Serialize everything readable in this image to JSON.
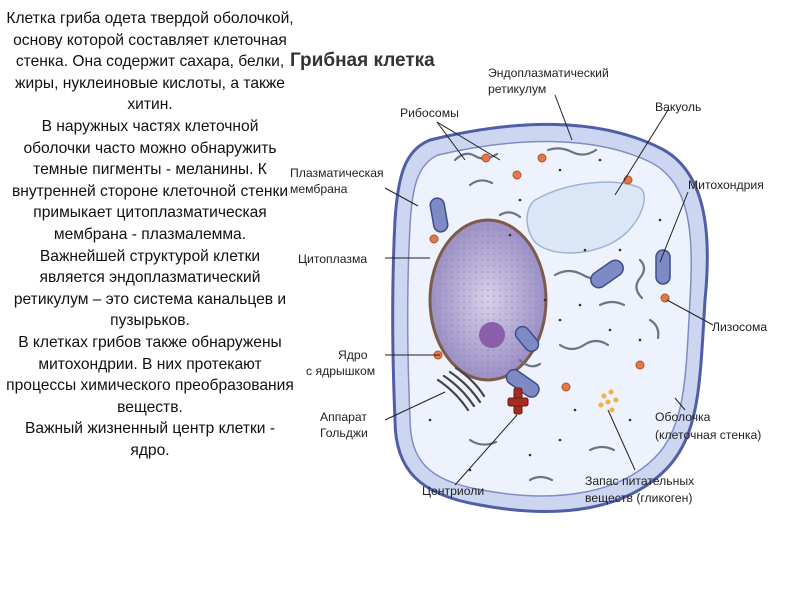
{
  "description_text": [
    "Клетка гриба одета твердой оболочкой, основу которой составляет клеточная стенка. Она содержит сахара, белки, жиры, нуклеиновые кислоты, а также хитин.",
    "В наружных частях клеточной оболочки часто можно обнаружить темные пигменты - меланины. К внутренней стороне клеточной стенки примыкает цитоплазматическая мембрана - плазмалемма.",
    "Важнейшей структурой клетки является эндоплазматический ретикулум – это система канальцев и пузырьков.",
    "В клетках грибов также обнаружены митохондрии. В них протекают процессы химического преобразования веществ.",
    "Важный жизненный центр клетки - ядро."
  ],
  "diagram": {
    "title": "Грибная клетка",
    "labels": {
      "ribosomes": "Рибосомы",
      "er_line1": "Эндоплазматический",
      "er_line2": "ретикулум",
      "vacuole": "Вакуоль",
      "plasma_membrane_line1": "Плазматическая",
      "plasma_membrane_line2": "мембрана",
      "mitochondrion": "Митохондрия",
      "cytoplasm": "Цитоплазма",
      "lysosome": "Лизосома",
      "nucleus_line1": "Ядро",
      "nucleus_line2": "с ядрышком",
      "golgi_line1": "Аппарат",
      "golgi_line2": "Гольджи",
      "cell_wall_line1": "Оболочка",
      "cell_wall_line2": "(клеточная стенка)",
      "centrioles": "Центриоли",
      "glycogen_line1": "Запас питательных",
      "glycogen_line2": "веществ (гликоген)"
    }
  },
  "colors": {
    "cell_wall": "#6e7fbf",
    "cytoplasm": "#e9eefb",
    "nucleus": "#b7add6",
    "nucleolus": "#8a5ea8",
    "vacuole": "#dbe7f7",
    "mitochondria": "#5a67a8",
    "lysosome": "#e07a4a",
    "centriole": "#a32d1e",
    "glycogen": "#f1b04a"
  }
}
